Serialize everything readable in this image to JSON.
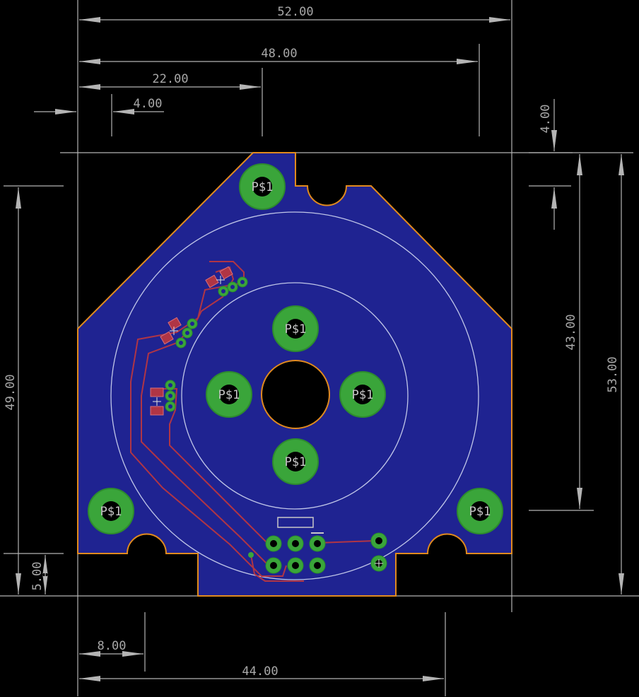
{
  "app": "PCB board layout view",
  "colors": {
    "background": "#000000",
    "board_fill": "#1f2391",
    "board_outline": "#e08a1e",
    "pad_ring": "#3aa53a",
    "trace": "#b03545",
    "silkscreen": "#c8c8c8",
    "dimension": "#b4b4b4"
  },
  "dimensions": {
    "top_52": "52.00",
    "top_48": "48.00",
    "top_22": "22.00",
    "top_4": "4.00",
    "right_4": "4.00",
    "right_43": "43.00",
    "right_53": "53.00",
    "left_49": "49.00",
    "left_5": "5.00",
    "bottom_8": "8.00",
    "bottom_44": "44.00"
  },
  "pads": {
    "corner_top": "P$1",
    "center_top": "P$1",
    "center_left": "P$1",
    "center_right": "P$1",
    "center_bottom": "P$1",
    "corner_left": "P$1",
    "corner_right": "P$1"
  },
  "icons": {
    "center_hole": "hole-icon",
    "slots": "slot-icon"
  }
}
